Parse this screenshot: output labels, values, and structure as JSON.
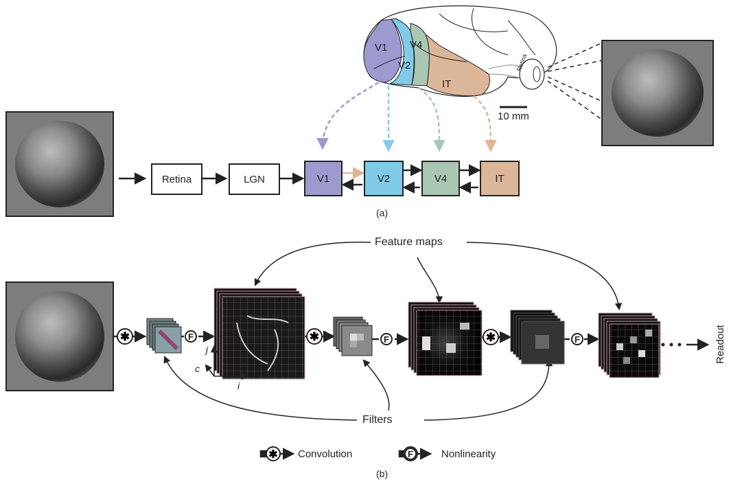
{
  "panel_a": {
    "caption": "(a)",
    "pipeline": {
      "retina": "Retina",
      "lgn": "LGN",
      "v1": "V1",
      "v2": "V2",
      "v4": "V4",
      "it": "IT"
    },
    "brain": {
      "v1": "V1",
      "v2": "V2",
      "v4": "V4",
      "it": "IT",
      "retina": "Retina",
      "scale": "10 mm"
    },
    "colors": {
      "v1": "#9d9ad0",
      "v2": "#82cbe8",
      "v4": "#a9c7b2",
      "it": "#dcb698"
    }
  },
  "panel_b": {
    "caption": "(b)",
    "feature_maps": "Feature maps",
    "filters": "Filters",
    "readout": "Readout",
    "axis_j": "j",
    "axis_c": "c",
    "axis_i": "i",
    "f_symbol": "F"
  },
  "legend": {
    "convolution": "Convolution",
    "nonlinearity": "Nonlinearity"
  }
}
